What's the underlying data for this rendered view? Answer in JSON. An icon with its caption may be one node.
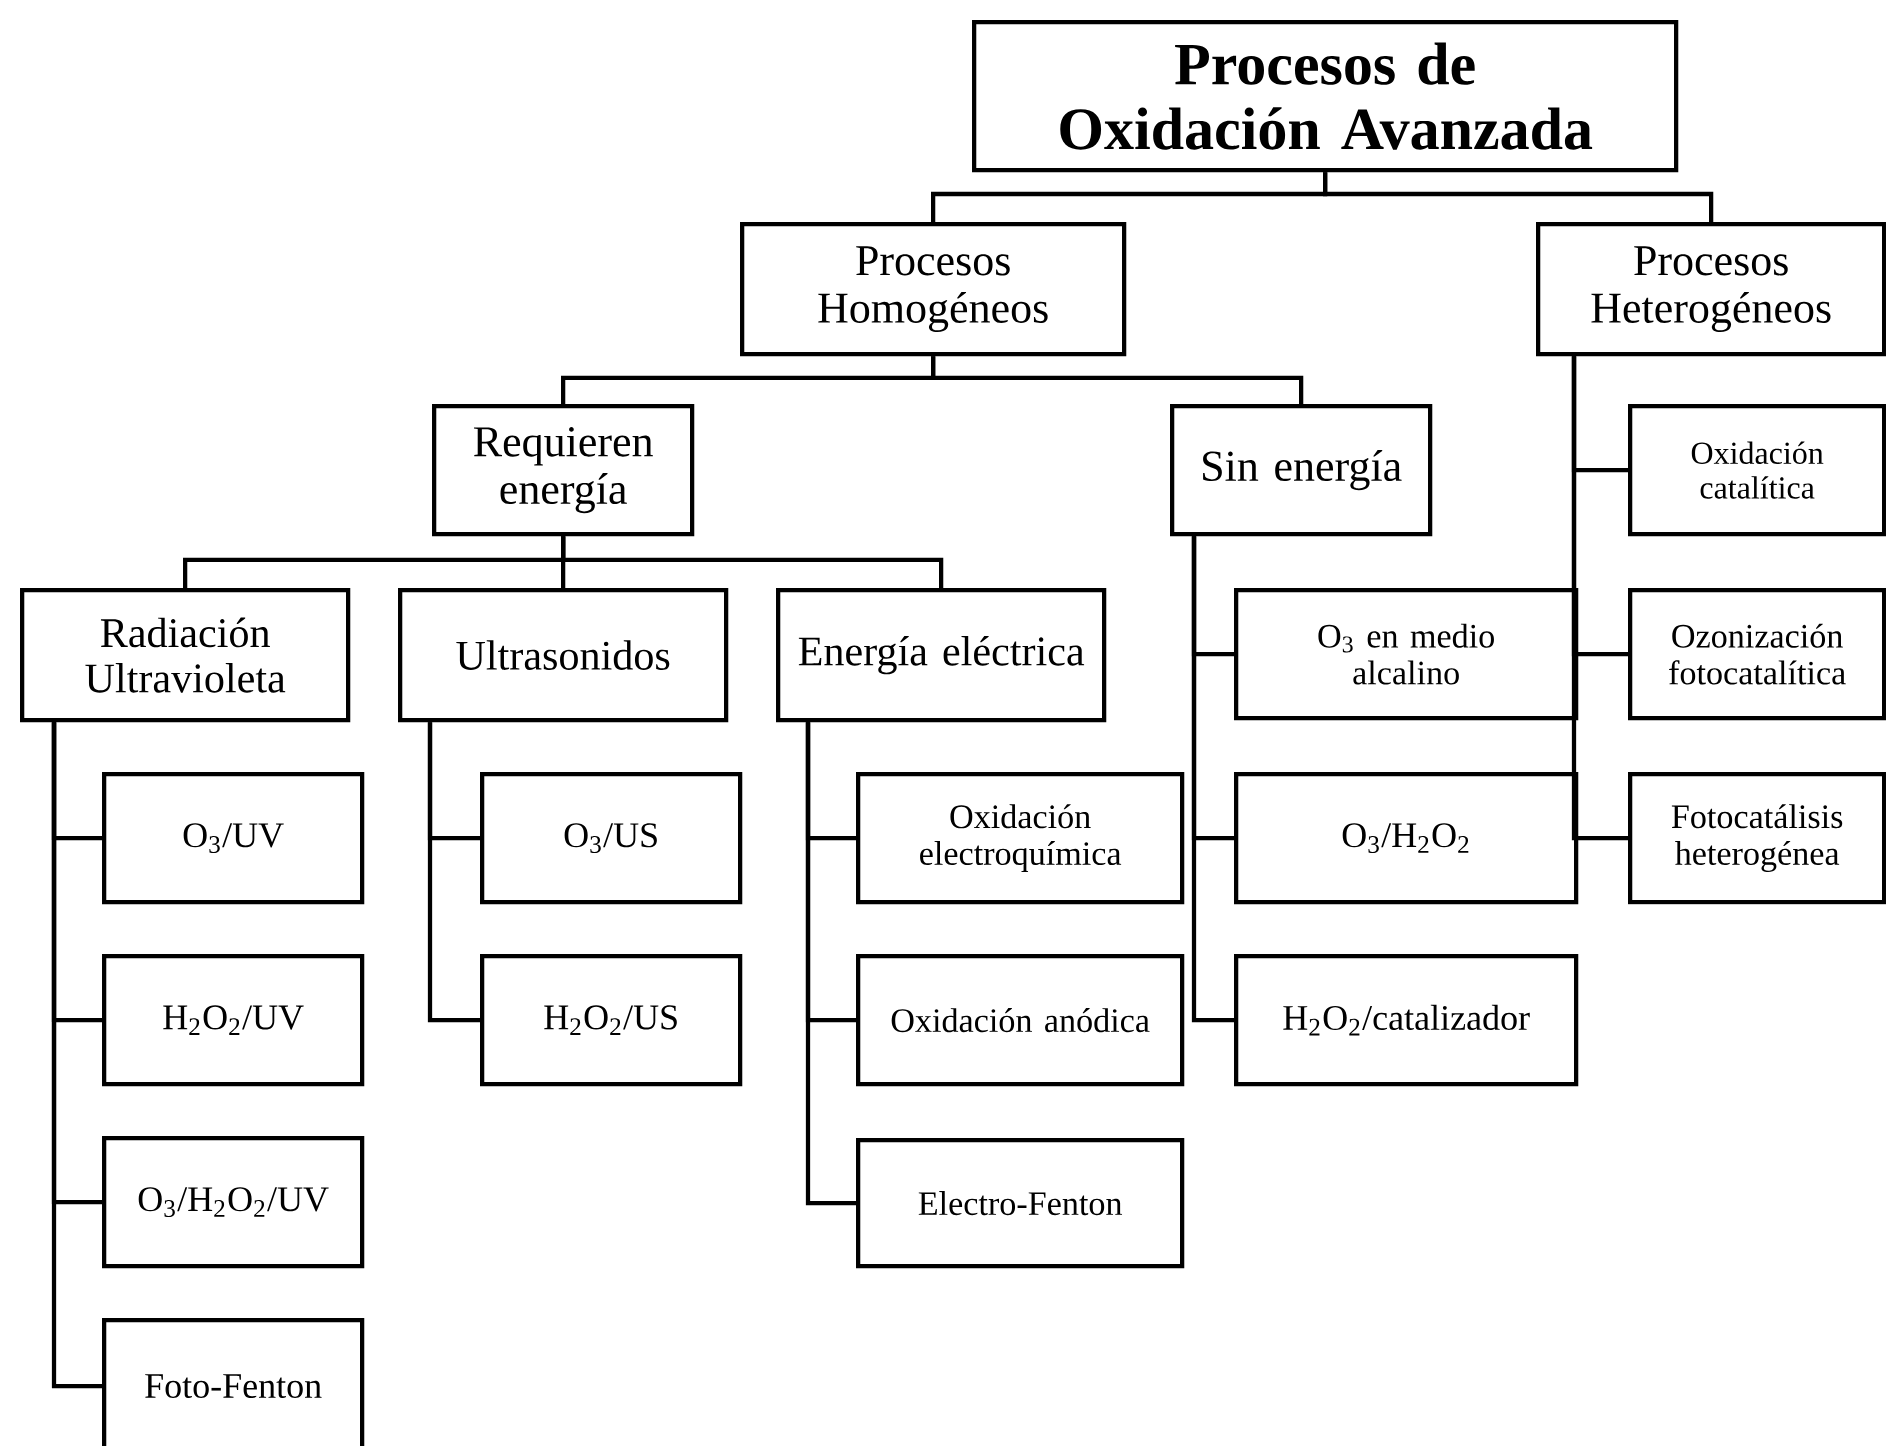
{
  "diagram": {
    "nodes": [
      {
        "text": [
          "Procesos de Oxidación Avanzada"
        ]
      },
      {
        "text": [
          "Procesos Homogéneos"
        ]
      },
      {
        "text": [
          "Procesos Heterogéneos"
        ]
      },
      {
        "text": [
          "Requieren energía"
        ]
      },
      {
        "text": [
          "Sin energía"
        ]
      },
      {
        "text": [
          "Oxidación catalítica"
        ]
      },
      {
        "text": [
          "Radiación Ultravioleta"
        ]
      },
      {
        "text": [
          "Ultrasonidos"
        ]
      },
      {
        "text": [
          "Energía eléctrica"
        ]
      },
      {
        "text": [
          "O$_{3}$ en medio alcalino"
        ]
      },
      {
        "text": [
          "Ozonización fotocatalítica"
        ]
      },
      {
        "text": [
          "O$_{3}$/UV"
        ]
      },
      {
        "text": [
          "O$_{3}$/US"
        ]
      },
      {
        "text": [
          "Oxidación electroquímica"
        ]
      },
      {
        "text": [
          "O$_{3}$/H$_{2}$O$_{2}$"
        ]
      },
      {
        "text": [
          "Fotocatálisis heterogénea"
        ]
      },
      {
        "text": [
          "H$_{2}$O$_{2}$/UV"
        ]
      },
      {
        "text": [
          "H$_{2}$O$_{2}$/US"
        ]
      },
      {
        "text": [
          "Oxidación anódica"
        ]
      },
      {
        "text": [
          "H$_{2}$O$_{2}$/catalizador"
        ]
      },
      {
        "text": [
          "O$_{3}$/H$_{2}$O$_{2}$/UV"
        ]
      },
      {
        "text": [
          "Electro-Fenton"
        ]
      },
      {
        "text": [
          "Foto-Fenton"
        ]
      }
    ],
    "edges": [
      {
        "from": 0,
        "to": 1,
        "arrow": "none"
      },
      {
        "from": 0,
        "to": 2,
        "arrow": "none"
      },
      {
        "from": 1,
        "to": 3,
        "arrow": "none"
      },
      {
        "from": 1,
        "to": 4,
        "arrow": "none"
      },
      {
        "from": 2,
        "to": 5,
        "arrow": "none"
      },
      {
        "from": 2,
        "to": 10,
        "arrow": "none"
      },
      {
        "from": 2,
        "to": 15,
        "arrow": "none"
      },
      {
        "from": 3,
        "to": 6,
        "arrow": "none"
      },
      {
        "from": 3,
        "to": 7,
        "arrow": "none"
      },
      {
        "from": 3,
        "to": 8,
        "arrow": "none"
      },
      {
        "from": 4,
        "to": 9,
        "arrow": "none"
      },
      {
        "from": 4,
        "to": 14,
        "arrow": "none"
      },
      {
        "from": 4,
        "to": 19,
        "arrow": "none"
      },
      {
        "from": 6,
        "to": 11,
        "arrow": "none"
      },
      {
        "from": 6,
        "to": 16,
        "arrow": "none"
      },
      {
        "from": 6,
        "to": 20,
        "arrow": "none"
      },
      {
        "from": 6,
        "to": 22,
        "arrow": "none"
      },
      {
        "from": 7,
        "to": 12,
        "arrow": "none"
      },
      {
        "from": 7,
        "to": 17,
        "arrow": "none"
      },
      {
        "from": 8,
        "to": 13,
        "arrow": "none"
      },
      {
        "from": 8,
        "to": 18,
        "arrow": "none"
      },
      {
        "from": 8,
        "to": 21,
        "arrow": "none"
      }
    ]
  }
}
